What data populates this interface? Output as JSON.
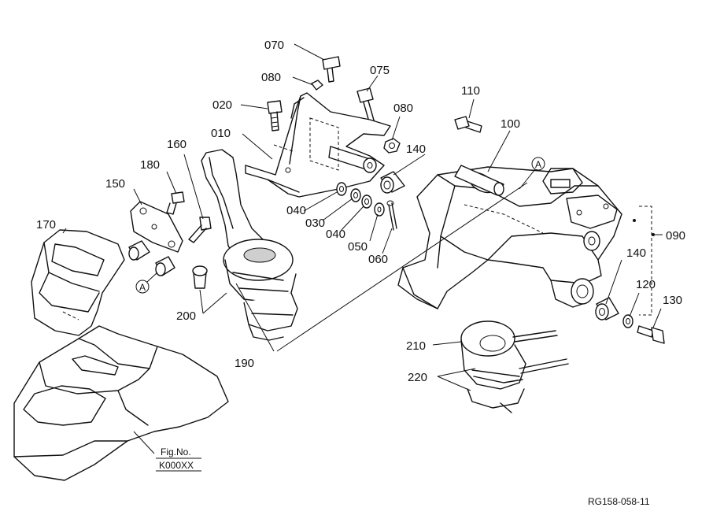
{
  "figure": {
    "ref_code": "RG158-058-11",
    "fig_ref_title": "Fig.No.",
    "fig_ref_value": "K000XX",
    "callout_letter": "A"
  },
  "parts": [
    {
      "id": "p070",
      "label": "070"
    },
    {
      "id": "p080a",
      "label": "080"
    },
    {
      "id": "p075",
      "label": "075"
    },
    {
      "id": "p020",
      "label": "020"
    },
    {
      "id": "p080b",
      "label": "080"
    },
    {
      "id": "p010",
      "label": "010"
    },
    {
      "id": "p110",
      "label": "110"
    },
    {
      "id": "p100",
      "label": "100"
    },
    {
      "id": "p140a",
      "label": "140"
    },
    {
      "id": "p160",
      "label": "160"
    },
    {
      "id": "p180",
      "label": "180"
    },
    {
      "id": "p150",
      "label": "150"
    },
    {
      "id": "p040a",
      "label": "040"
    },
    {
      "id": "p030",
      "label": "030"
    },
    {
      "id": "p040b",
      "label": "040"
    },
    {
      "id": "p050",
      "label": "050"
    },
    {
      "id": "p060",
      "label": "060"
    },
    {
      "id": "p090",
      "label": "090"
    },
    {
      "id": "p170",
      "label": "170"
    },
    {
      "id": "p140b",
      "label": "140"
    },
    {
      "id": "p120",
      "label": "120"
    },
    {
      "id": "p130",
      "label": "130"
    },
    {
      "id": "p200",
      "label": "200"
    },
    {
      "id": "p190",
      "label": "190"
    },
    {
      "id": "p210",
      "label": "210"
    },
    {
      "id": "p220",
      "label": "220"
    }
  ]
}
